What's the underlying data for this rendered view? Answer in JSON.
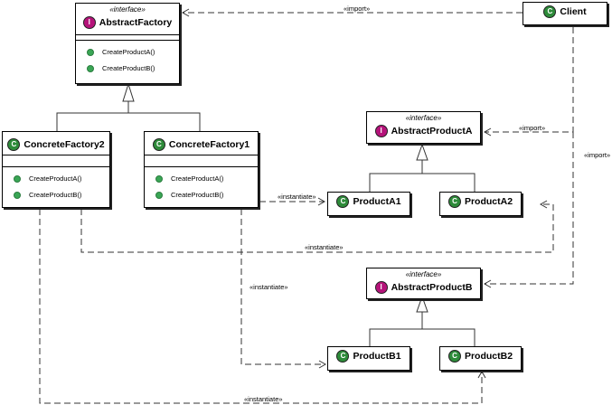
{
  "classes": {
    "abstract_factory": {
      "stereotype": "«interface»",
      "name": "AbstractFactory",
      "badge": "I",
      "ops": [
        "CreateProductA()",
        "CreateProductB()"
      ]
    },
    "concrete_factory2": {
      "name": "ConcreteFactory2",
      "badge": "C",
      "ops": [
        "CreateProductA()",
        "CreateProductB()"
      ]
    },
    "concrete_factory1": {
      "name": "ConcreteFactory1",
      "badge": "C",
      "ops": [
        "CreateProductA()",
        "CreateProductB()"
      ]
    },
    "client": {
      "name": "Client",
      "badge": "C"
    },
    "abstract_product_a": {
      "stereotype": "«interface»",
      "name": "AbstractProductA",
      "badge": "I"
    },
    "abstract_product_b": {
      "stereotype": "«interface»",
      "name": "AbstractProductB",
      "badge": "I"
    },
    "product_a1": {
      "name": "ProductA1",
      "badge": "C"
    },
    "product_a2": {
      "name": "ProductA2",
      "badge": "C"
    },
    "product_b1": {
      "name": "ProductB1",
      "badge": "C"
    },
    "product_b2": {
      "name": "ProductB2",
      "badge": "C"
    }
  },
  "labels": {
    "import_client_factory": "«import»",
    "import_client_product_a": "«import»",
    "import_client_product_b": "«import»",
    "instantiate_cf1_a1": "«instantiate»",
    "instantiate_cf2_a2": "«instantiate»",
    "instantiate_cf1_b1": "«instantiate»",
    "instantiate_cf2_b2": "«instantiate»"
  },
  "colors": {
    "interface_badge": "#b5137a",
    "class_badge": "#2e8b3a",
    "operation_dot": "#3aa655"
  }
}
